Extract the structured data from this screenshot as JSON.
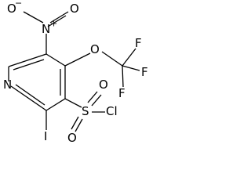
{
  "molecule": {
    "atom_labels": {
      "nitro_oxygen_charged": "O",
      "nitro_minus": "−",
      "nitro_nitrogen": "N",
      "nitro_plus": "+",
      "nitro_oxygen_double": "O",
      "ether_oxygen": "O",
      "fluorine_top": "F",
      "fluorine_middle": "F",
      "fluorine_bottom": "F",
      "ring_nitrogen": "N",
      "iodine": "I",
      "sulfur": "S",
      "sulfonyl_oxygen_right": "O",
      "sulfonyl_oxygen_bottom": "O",
      "chlorine": "Cl"
    },
    "colors": {
      "bond": "#000000",
      "label": "#000000",
      "background": "#ffffff"
    }
  }
}
